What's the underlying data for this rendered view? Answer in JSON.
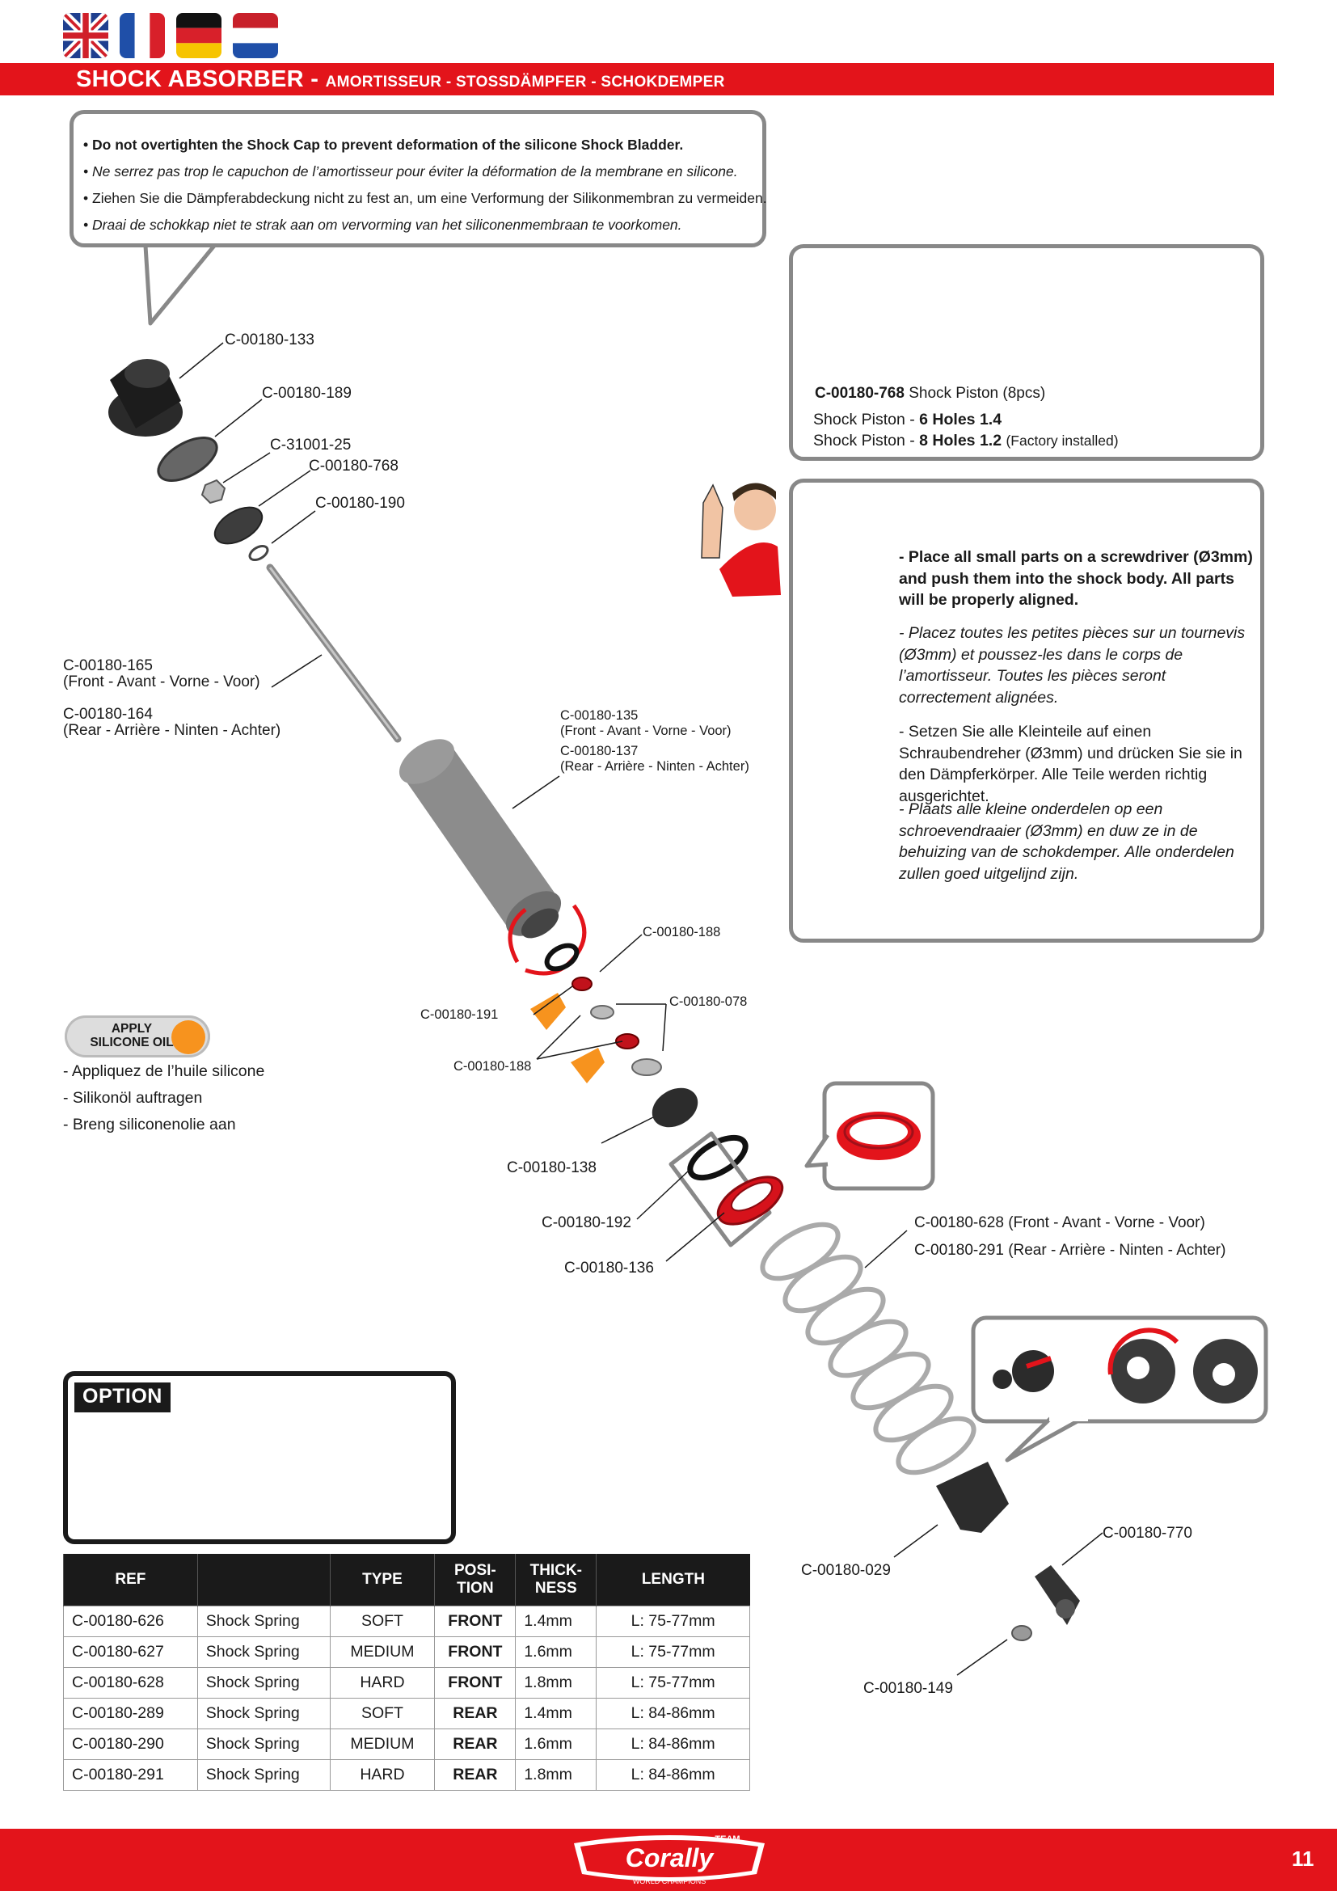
{
  "header": {
    "title": "SHOCK ABSORBER",
    "subtitle": "AMORTISSEUR - STOSSDÄMPFER - SCHOKDEMPER",
    "flags": [
      "uk-flag",
      "france-flag",
      "germany-flag",
      "netherlands-flag"
    ]
  },
  "warning": [
    "Do not overtighten the Shock Cap to prevent deformation of the silicone Shock Bladder.",
    "Ne serrez pas trop le capuchon de l’amortisseur pour éviter la déformation de la membrane en silicone.",
    "Ziehen Sie die Dämpferabdeckung nicht zu fest an, um eine Verformung der Silikonmembran zu vermeiden.",
    "Draai de schokkap niet te strak aan om vervorming van het siliconenmembraan te voorkomen."
  ],
  "piston": {
    "ref": "C-00180-768",
    "desc": "Shock Piston (8pcs)",
    "line1_prefix": "Shock Piston -",
    "line1_bold": "6 Holes 1.4",
    "line2_prefix": "Shock Piston -",
    "line2_bold": "8 Holes 1.2",
    "line2_suffix": "(Factory installed)"
  },
  "tip": [
    "- Place all small parts on a screwdriver (Ø3mm) and push them into the shock body. All parts will be properly aligned.",
    "- Placez toutes les petites pièces sur un tournevis (Ø3mm) et poussez-les dans le corps de l’amortisseur. Toutes les pièces seront correctement alignées.",
    "- Setzen Sie alle Kleinteile auf einen Schraubendreher (Ø3mm) und drücken Sie sie in den Dämpferkörper. Alle Teile werden richtig ausgerichtet.",
    "- Plaats alle kleine onderdelen op een schroevendraaier (Ø3mm) en duw ze in de behuizing van de schokdemper. Alle onderdelen zullen goed uitgelijnd zijn."
  ],
  "parts": {
    "p133": "C-00180-133",
    "p189": "C-00180-189",
    "p31001": "C-31001-25",
    "p768": "C-00180-768",
    "p190": "C-00180-190",
    "p165": "C-00180-165",
    "p165_sub": "(Front - Avant - Vorne - Voor)",
    "p164": "C-00180-164",
    "p164_sub": "(Rear - Arrière - Ninten - Achter)",
    "p135": "C-00180-135",
    "p135_sub": "(Front - Avant - Vorne - Voor)",
    "p137": "C-00180-137",
    "p137_sub": "(Rear - Arrière - Ninten - Achter)",
    "p188a": "C-00180-188",
    "p191": "C-00180-191",
    "p078": "C-00180-078",
    "p188b": "C-00180-188",
    "p138": "C-00180-138",
    "p192": "C-00180-192",
    "p136": "C-00180-136",
    "p628": "C-00180-628 (Front - Avant - Vorne - Voor)",
    "p291": "C-00180-291 (Rear - Arrière - Ninten - Achter)",
    "p029": "C-00180-029",
    "p770": "C-00180-770",
    "p149": "C-00180-149"
  },
  "oil": {
    "badge_line1": "APPLY",
    "badge_line2": "SILICONE OIL",
    "fr": "- Appliquez de l’huile silicone",
    "de": "- Silikonöl auftragen",
    "nl": "- Breng siliconenolie aan"
  },
  "option": {
    "label": "OPTION"
  },
  "table": {
    "headers": [
      "REF",
      "",
      "TYPE",
      "POSI-\nTION",
      "THICK-\nNESS",
      "LENGTH"
    ],
    "rows": [
      [
        "C-00180-626",
        "Shock Spring",
        "SOFT",
        "FRONT",
        "1.4mm",
        "L: 75-77mm"
      ],
      [
        "C-00180-627",
        "Shock Spring",
        "MEDIUM",
        "FRONT",
        "1.6mm",
        "L: 75-77mm"
      ],
      [
        "C-00180-628",
        "Shock Spring",
        "HARD",
        "FRONT",
        "1.8mm",
        "L: 75-77mm"
      ],
      [
        "C-00180-289",
        "Shock Spring",
        "SOFT",
        "REAR",
        "1.4mm",
        "L: 84-86mm"
      ],
      [
        "C-00180-290",
        "Shock Spring",
        "MEDIUM",
        "REAR",
        "1.6mm",
        "L: 84-86mm"
      ],
      [
        "C-00180-291",
        "Shock Spring",
        "HARD",
        "REAR",
        "1.8mm",
        "L: 84-86mm"
      ]
    ]
  },
  "footer": {
    "logo_top": "TEAM",
    "logo_main": "Corally",
    "logo_bottom": "WORLD CHAMPIONS",
    "page": "11"
  },
  "colors": {
    "brand_red": "#e3141b",
    "oil_orange": "#f7931e",
    "arrow_blue": "#1ea0e6"
  }
}
